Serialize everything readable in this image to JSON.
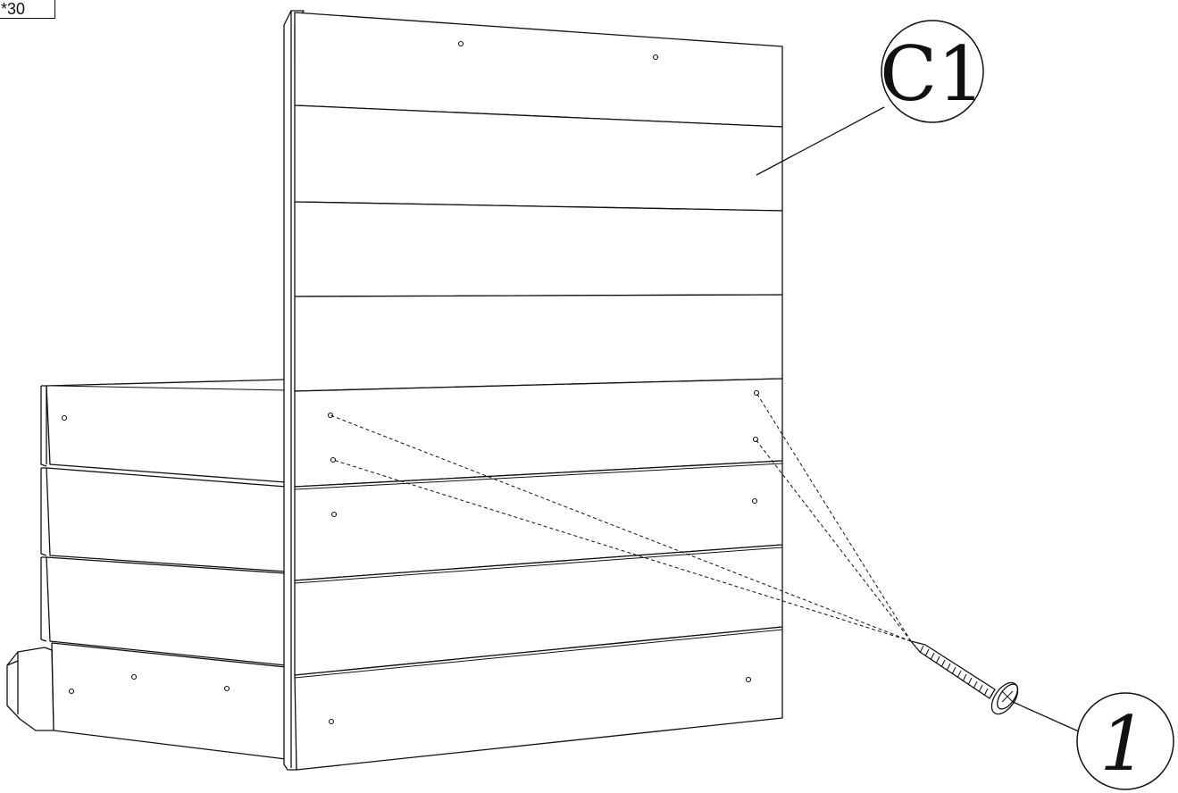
{
  "quantity_label": "*30",
  "callouts": {
    "panel": "C1",
    "screw": "1"
  }
}
